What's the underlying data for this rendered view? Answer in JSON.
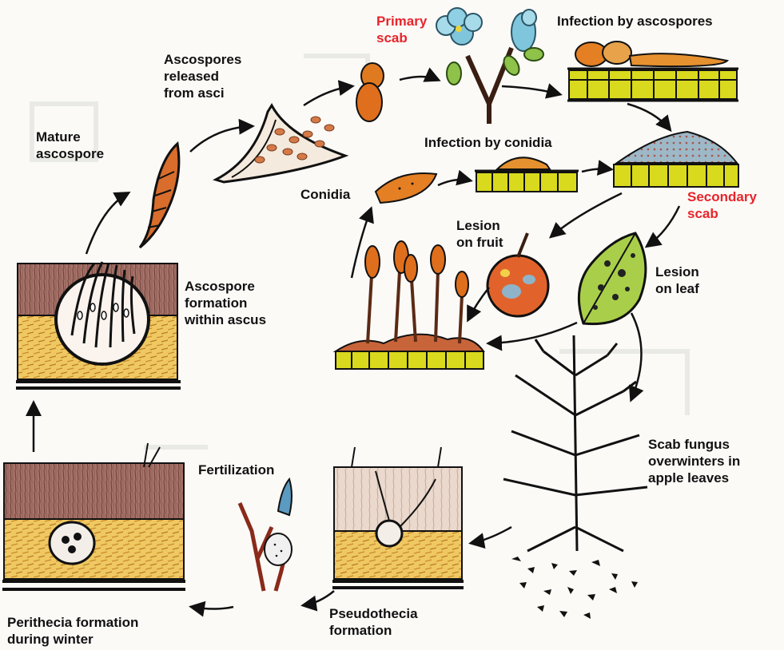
{
  "labels": {
    "primary_scab": "Primary\nscab",
    "infection_ascospores": "Infection by ascospores",
    "ascospores_released": "Ascospores\nreleased\nfrom asci",
    "mature_ascospore": "Mature\nascospore",
    "infection_conidia": "Infection by conidia",
    "conidia": "Conidia",
    "secondary_scab": "Secondary\nscab",
    "lesion_fruit": "Lesion\non fruit",
    "lesion_leaf": "Lesion\non leaf",
    "ascospore_formation": "Ascospore\nformation\nwithin ascus",
    "overwinters": "Scab fungus\noverwinters  in\napple leaves",
    "fertilization": "Fertilization",
    "pseudothecia": "Pseudothecia\nformation",
    "perithecia": "Perithecia formation\nduring winter"
  },
  "colors": {
    "label_text": "#111111",
    "highlight_text": "#e8242b",
    "ink": "#111111",
    "spore_orange": "#e07a20",
    "leaf_yellow": "#d8d820",
    "tissue_maroon": "#8e5b4b",
    "tissue_yellow": "#e9c25a",
    "lesion_blue": "#8fb4c9",
    "leaf_green": "#a9cf4a",
    "fruit_red": "#d8421e"
  }
}
